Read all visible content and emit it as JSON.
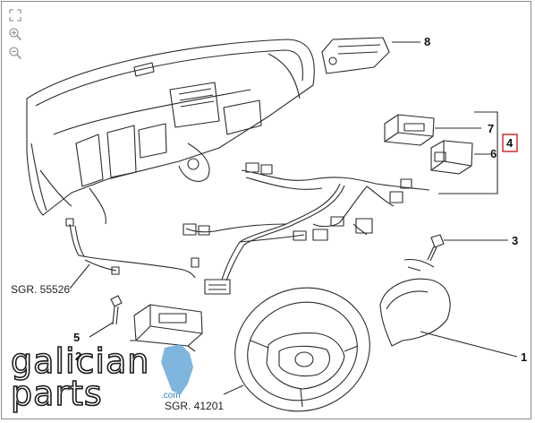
{
  "toolbar": {
    "fit_icon": "fit-screen-icon",
    "zoom_in_icon": "zoom-in-icon",
    "zoom_out_icon": "zoom-out-icon"
  },
  "callouts": {
    "n1": "1",
    "n2": "2",
    "n3": "3",
    "n4": "4",
    "n5": "5",
    "n6": "6",
    "n7": "7",
    "n8": "8"
  },
  "references": {
    "sgr_left": "SGR. 55526",
    "sgr_bottom": "SGR. 41201"
  },
  "watermark": {
    "line1": "galician",
    "line2": "parts",
    "suffix": ".com"
  },
  "colors": {
    "highlight_box": "#cc2222",
    "line": "#2b2b2b",
    "watermark_blue": "#6aa8d8"
  }
}
